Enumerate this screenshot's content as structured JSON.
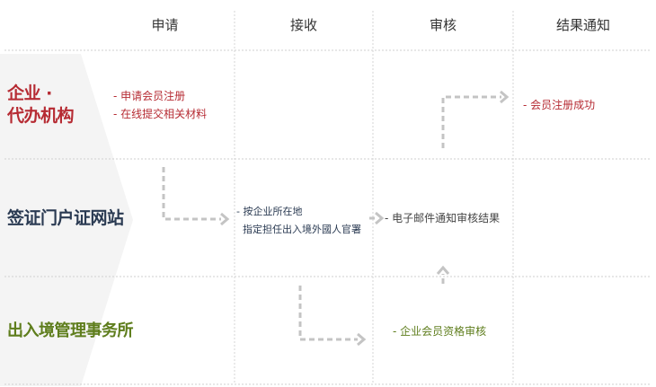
{
  "columns": [
    "申请",
    "接收",
    "审核",
    "结果通知"
  ],
  "rows": [
    {
      "label_lines": [
        "企业 ·",
        "代办机构"
      ],
      "color": "#b62b33"
    },
    {
      "label_lines": [
        "签证门户证网站"
      ],
      "color": "#2a3a52"
    },
    {
      "label_lines": [
        "出入境管理事务所"
      ],
      "color": "#5e7d1c"
    }
  ],
  "notes": {
    "apply_items": [
      "- 申请会员注册",
      "- 在线提交相关材料"
    ],
    "result_item": "- 会员注册成功",
    "receive_items": [
      "- 按企业所在地",
      "指定担任出入境外國人官署"
    ],
    "email_item": "- 电子邮件通知审核结果",
    "review_item": "- 企业会员资格审核"
  },
  "colors": {
    "arrow": "#c8c8c8",
    "grid": "#d0d0d0",
    "chevron": "#f3f3f3"
  }
}
